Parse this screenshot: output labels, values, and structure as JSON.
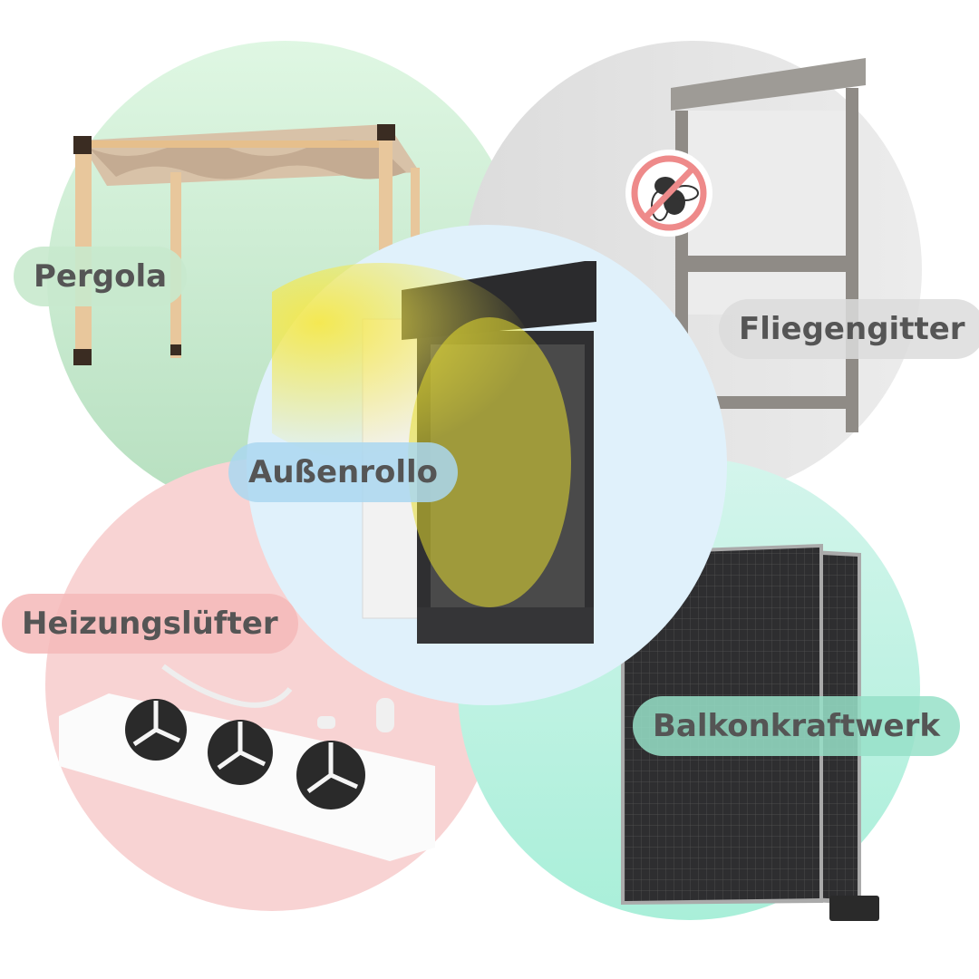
{
  "categories": [
    {
      "id": "pergola",
      "label": "Pergola",
      "color": "#c8e9cd",
      "image": "wooden pergola with beige shade canopy"
    },
    {
      "id": "fliegengitter",
      "label": "Fliegengitter",
      "color": "#dcdcdc",
      "image": "grey roller insect screen",
      "badge_icon": "no-fly-icon"
    },
    {
      "id": "aussenrollo",
      "label": "Außenrollo",
      "color": "#aad7f0",
      "image": "dark exterior roller blind with yellow sunlight"
    },
    {
      "id": "heizungsluefter",
      "label": "Heizungslüfter",
      "color": "#f5b9b9",
      "image": "white triple radiator fan with cables"
    },
    {
      "id": "balkonkraftwerk",
      "label": "Balkonkraftwerk",
      "color": "#96e1c8",
      "image": "two solar panels with micro inverter"
    }
  ]
}
